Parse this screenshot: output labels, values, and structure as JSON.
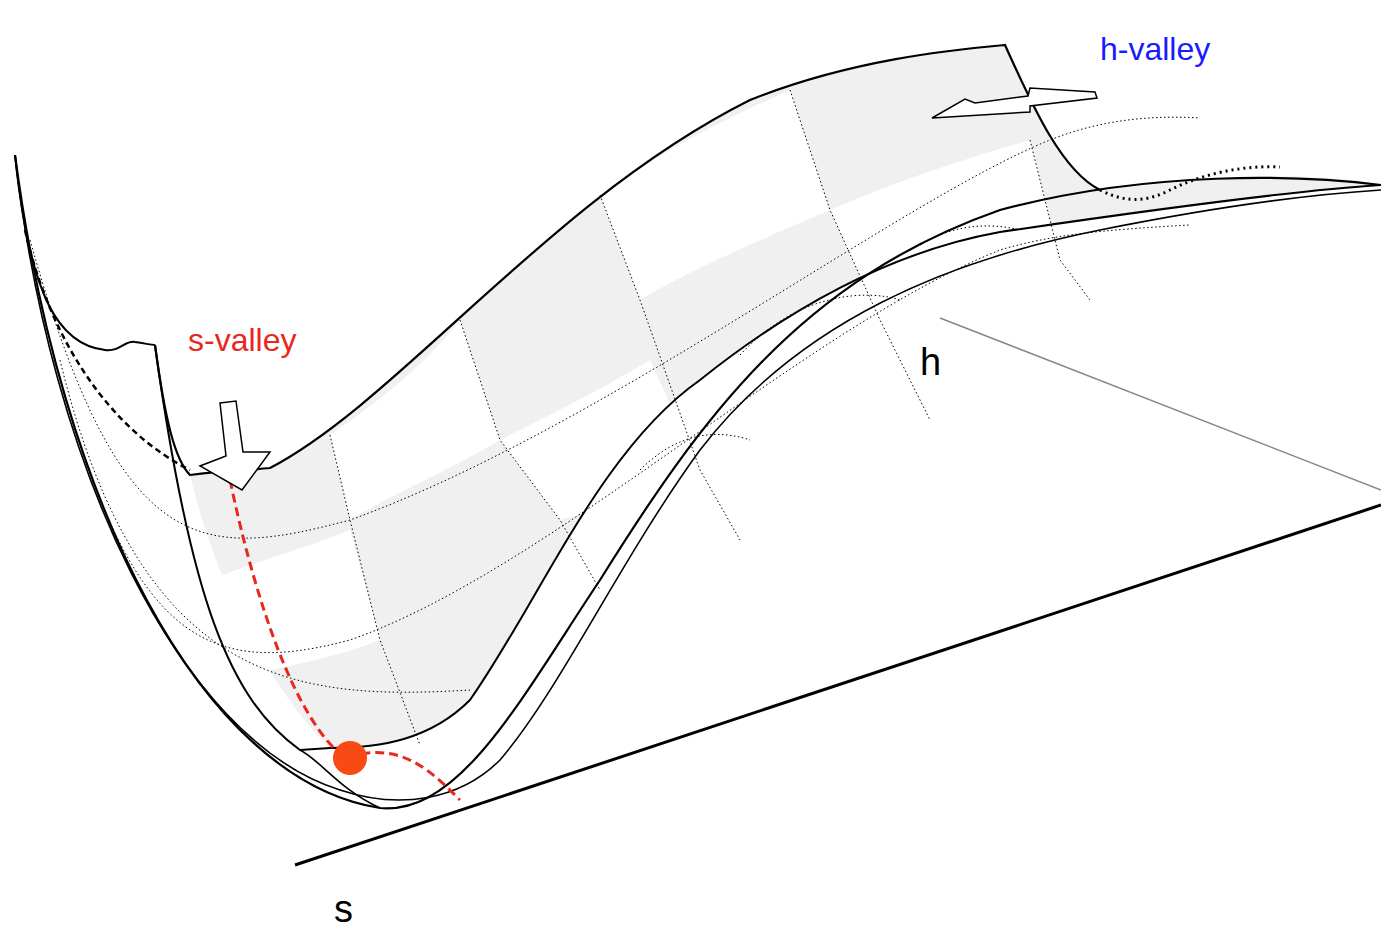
{
  "diagram": {
    "labels": [
      "h-valley",
      "s-valley",
      "h",
      "s"
    ]
  }
}
